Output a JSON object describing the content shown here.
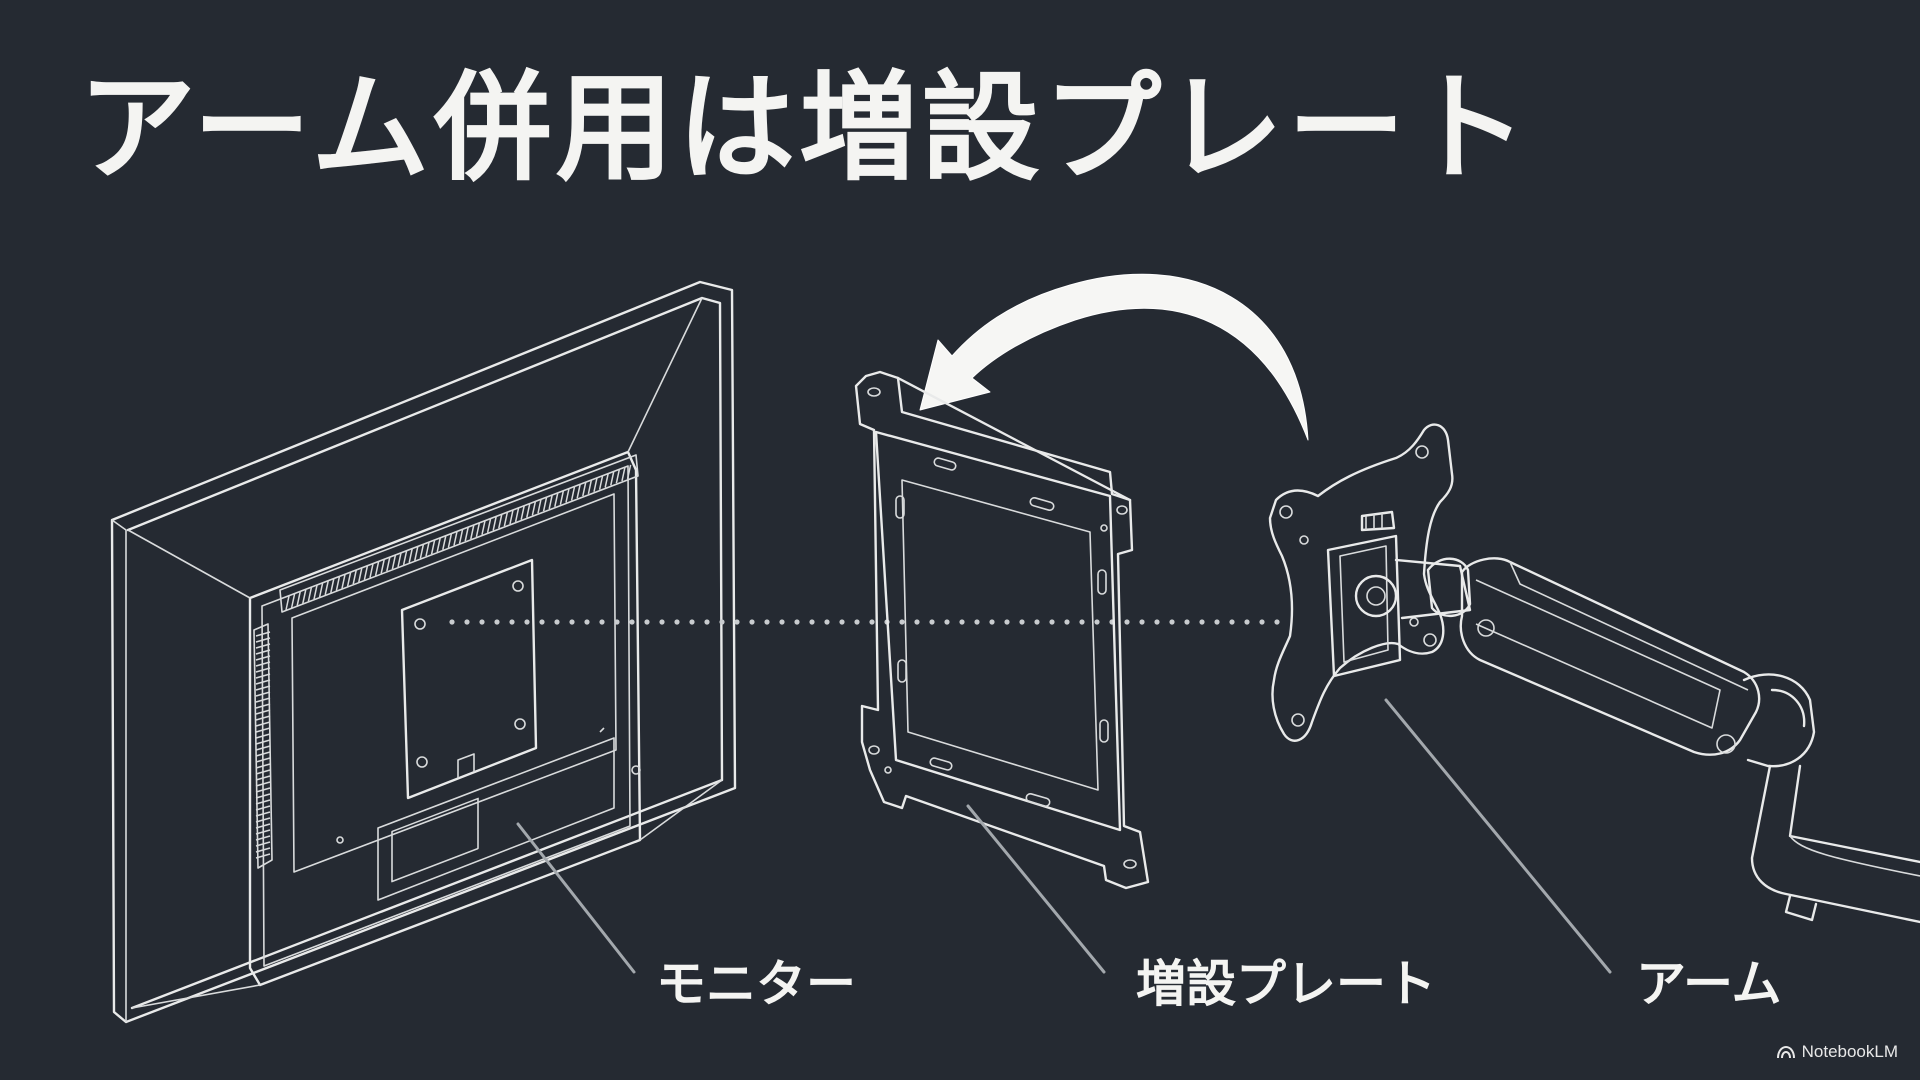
{
  "title": "アーム併用は増設プレート",
  "labels": {
    "monitor": "モニター",
    "plate": "増設プレート",
    "arm": "アーム"
  },
  "branding": {
    "name": "NotebookLM",
    "icon": "notebooklm-logo-icon"
  },
  "colors": {
    "background": "#252a32",
    "line": "#e9eaea",
    "text": "#f4f4f2",
    "leader": "#9a9fa4"
  }
}
